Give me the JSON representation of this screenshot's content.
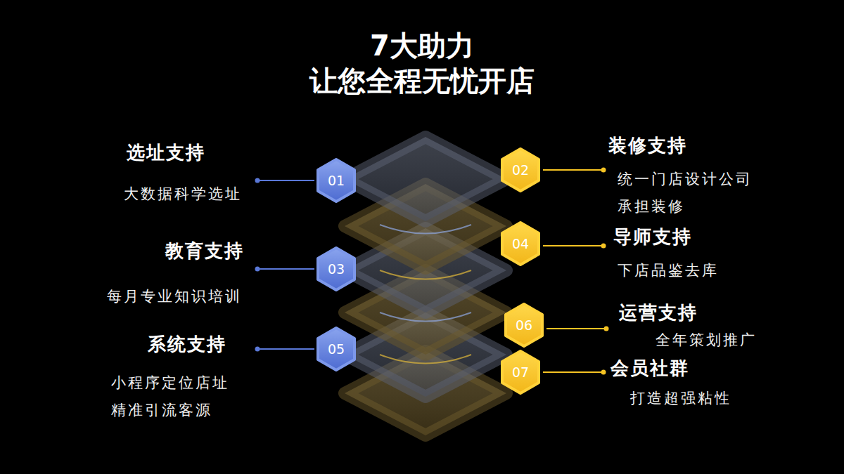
{
  "diagram": {
    "title": "7大助力 让您全程无忧开店",
    "nodes": [
      {
        "text": [
          "01"
        ]
      },
      {
        "text": [
          "02"
        ]
      },
      {
        "text": [
          "03"
        ]
      },
      {
        "text": [
          "04"
        ]
      },
      {
        "text": [
          "05"
        ]
      },
      {
        "text": [
          "06"
        ]
      },
      {
        "text": [
          "07"
        ]
      }
    ],
    "labels": [
      "选址支持",
      "大数据科学选址",
      "装修支持",
      "统一门店设计公司 承担装修",
      "教育支持",
      "每月专业知识培训",
      "导师支持",
      "下店品鉴去库",
      "系统支持",
      "小程序定位店址 精准引流客源",
      "运营支持",
      "全年策划推广",
      "会员社群",
      "打造超强粘性"
    ]
  }
}
